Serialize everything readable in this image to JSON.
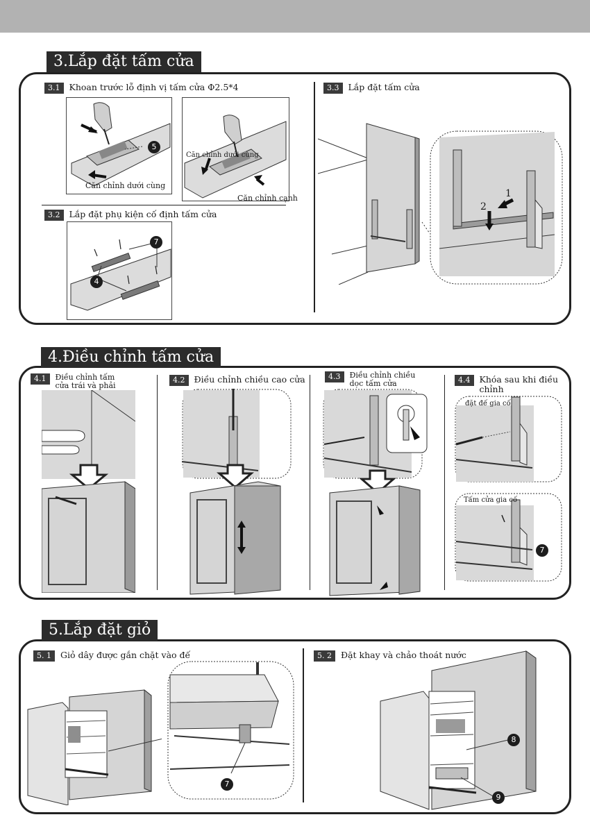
{
  "section3": {
    "title": "3.Lắp đặt tấm cửa",
    "step_3_1": {
      "number": "3.1",
      "label": "Khoan trước lỗ định vị tấm cửa Φ2.5*4"
    },
    "caption_bottom_align": "Căn chỉnh dưới cùng",
    "caption_bottom_align_2": "Căn chỉnh dưới cùng",
    "caption_side_align": "Căn chỉnh cạnh",
    "step_3_2": {
      "number": "3.2",
      "label": "Lắp đặt phụ kiện cố định tấm cửa"
    },
    "step_3_3": {
      "number": "3.3",
      "label": "Lắp đặt tấm cửa"
    },
    "callouts": {
      "c5": "5",
      "c7": "7",
      "c4": "4",
      "arrow1": "1",
      "arrow2": "2"
    }
  },
  "section4": {
    "title": "4.Điều chỉnh tấm cửa",
    "step_4_1": {
      "number": "4.1",
      "label": "Điều chỉnh tấm cửa trái và phải"
    },
    "step_4_2": {
      "number": "4.2",
      "label": "Điều chỉnh chiều cao cửa"
    },
    "step_4_3": {
      "number": "4.3",
      "label": "Điều chỉnh chiều dọc tấm cửa"
    },
    "step_4_4": {
      "number": "4.4",
      "label": "Khóa sau khi điều chỉnh"
    },
    "caption_reinforce_base": "đặt đế gia cố",
    "caption_reinforced_door": "Tấm cửa gia cố",
    "callouts": {
      "c7": "7"
    }
  },
  "section5": {
    "title": "5.Lắp đặt giỏ",
    "step_5_1": {
      "number": "5. 1",
      "label": "Giỏ dây được gắn chặt vào đế"
    },
    "step_5_2": {
      "number": "5. 2",
      "label": "Đặt khay và chảo thoát nước"
    },
    "callouts": {
      "c7": "7",
      "c8": "8",
      "c9": "9"
    }
  }
}
